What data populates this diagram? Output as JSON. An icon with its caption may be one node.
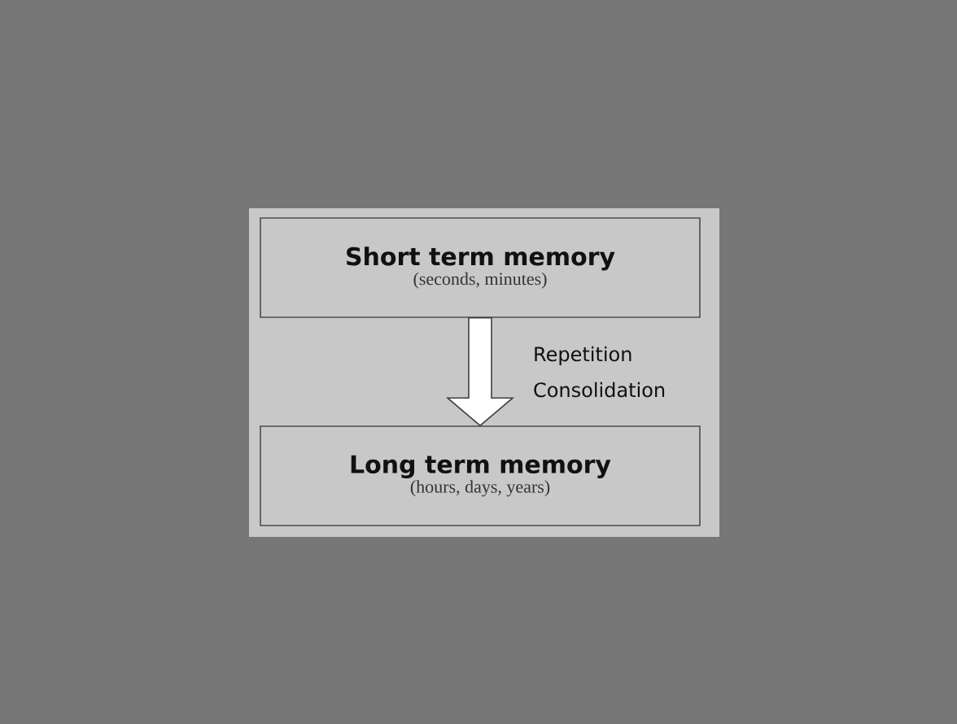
{
  "diagram": {
    "nodes": [
      {
        "text": [
          "Short term memory",
          "(seconds, minutes)"
        ]
      },
      {
        "text": [
          "Long term memory",
          "(hours, days, years)"
        ]
      }
    ],
    "edges": [
      {
        "from": 0,
        "to": 1,
        "arrow": "to",
        "label": "Repetition Consolidation"
      }
    ]
  }
}
